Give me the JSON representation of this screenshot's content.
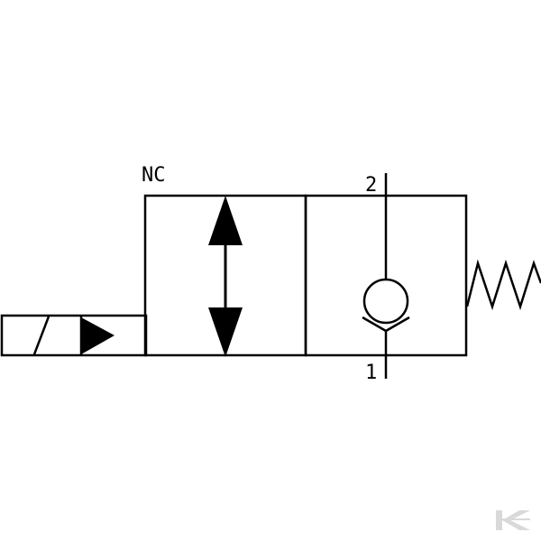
{
  "labels": {
    "valve_type": "NC",
    "port_outlet": "2",
    "port_inlet": "1"
  },
  "colors": {
    "line": "#000000",
    "watermark": "#d9d9d9"
  },
  "icons": {
    "actuator": "solenoid-icon",
    "return": "spring-icon",
    "check": "check-valve-icon",
    "flow": "bidirectional-arrow-icon",
    "brand": "k-logo-icon"
  }
}
